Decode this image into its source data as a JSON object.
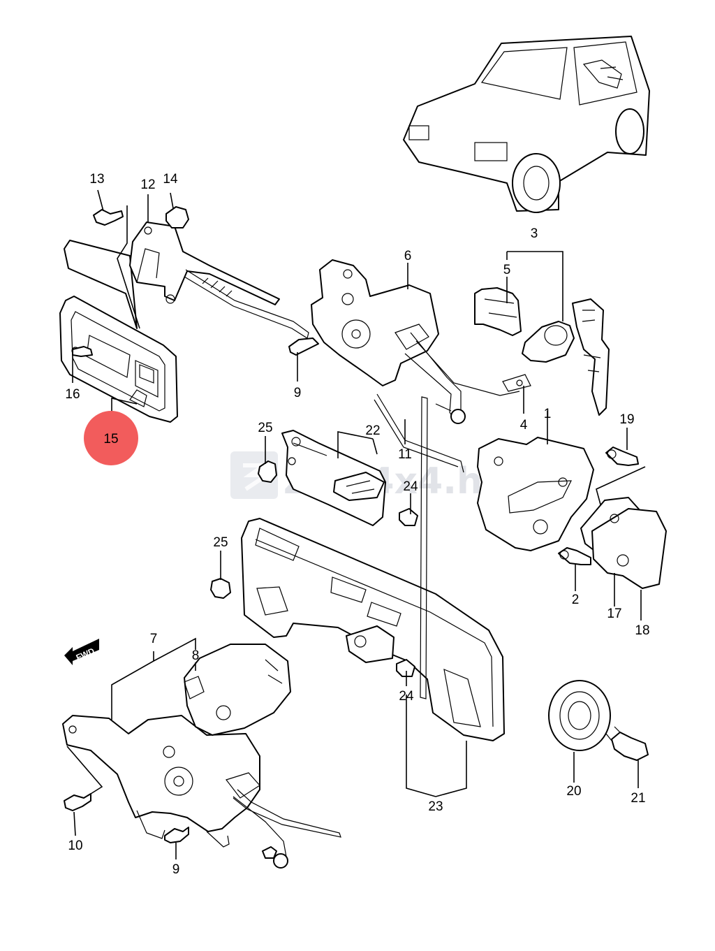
{
  "watermark": {
    "text": "zubi4x4.hu",
    "logo_icon": "suzuki-s-logo-icon"
  },
  "fwd_badge": {
    "text": "FWD"
  },
  "highlight": {
    "label": "15",
    "color": "#f25c5c"
  },
  "callouts": {
    "c1": "1",
    "c2": "2",
    "c3": "3",
    "c4": "4",
    "c5": "5",
    "c6": "6",
    "c7": "7",
    "c8": "8",
    "c9a": "9",
    "c9b": "9",
    "c10": "10",
    "c11": "11",
    "c12": "12",
    "c13": "13",
    "c14": "14",
    "c16": "16",
    "c17": "17",
    "c18": "18",
    "c19": "19",
    "c20": "20",
    "c21": "21",
    "c22": "22",
    "c23": "23",
    "c24a": "24",
    "c24b": "24",
    "c25a": "25",
    "c25b": "25"
  }
}
